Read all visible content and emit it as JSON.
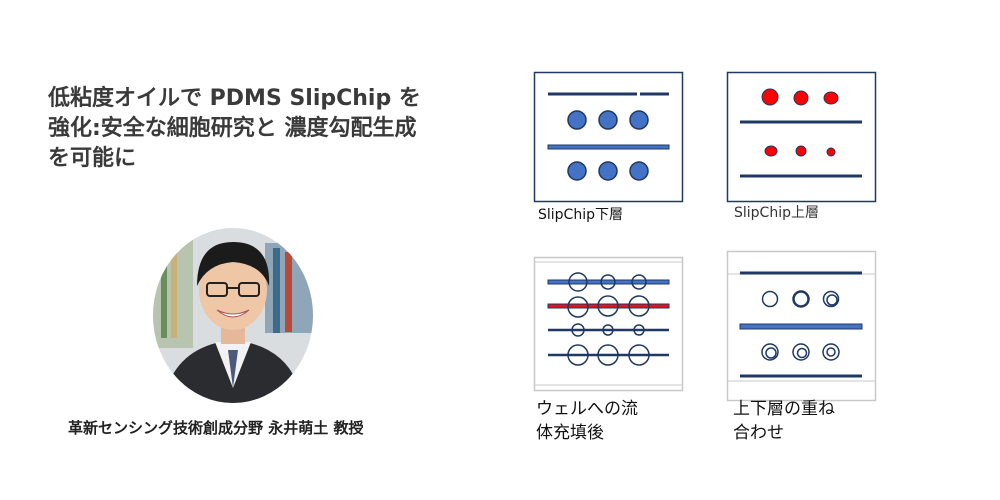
{
  "title": {
    "lines": [
      "低粘度オイルで PDMS SlipChip を",
      "強化:安全な細胞研究と 濃度勾配生成",
      "を可能に"
    ]
  },
  "caption": "革新センシング技術創成分野 永井萌土 教授",
  "panels": [
    {
      "label": "SlipChip下層"
    },
    {
      "label": "SlipChip上層"
    },
    {
      "label_lines": [
        "ウェルへの流",
        "体充填後"
      ]
    },
    {
      "label_lines": [
        "上下層の重ね",
        "合わせ"
      ]
    }
  ],
  "colors": {
    "navy": "#1f3864",
    "blue": "#4472c4",
    "red": "#ff0000",
    "text": "#3a3a3a"
  }
}
